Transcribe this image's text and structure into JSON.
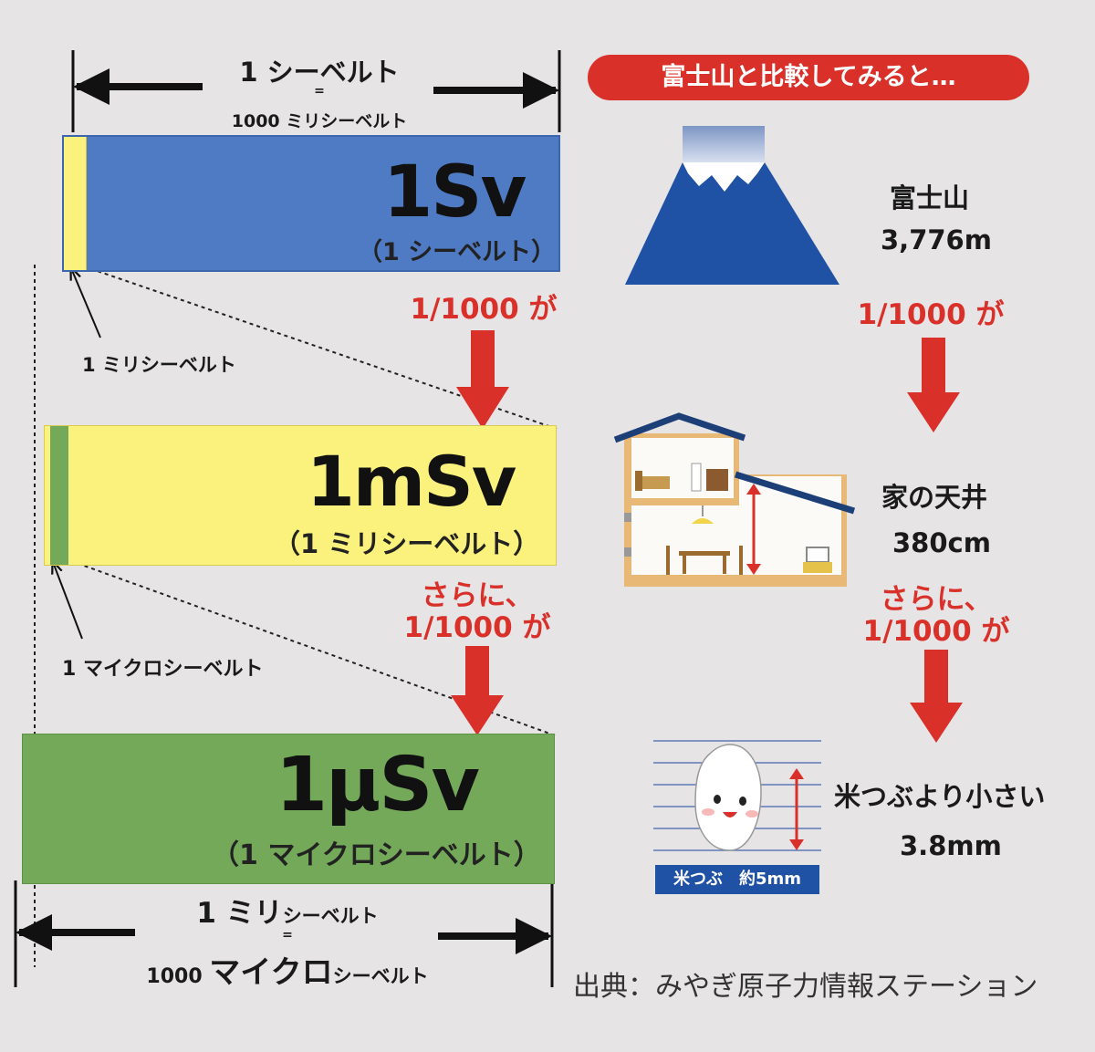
{
  "colors": {
    "background": "#e6e4e5",
    "blue": "#4e7bc4",
    "yellow": "#fbf17d",
    "green": "#74a95a",
    "accent_red": "#d9312a",
    "mountain_blue": "#1f52a5"
  },
  "top_dimension": {
    "main": "1 シーベルト",
    "equals": "=",
    "sub": "1000 ミリシーベルト"
  },
  "bars": [
    {
      "value": "1Sv",
      "caption": "（1 シーベルト）"
    },
    {
      "value": "1mSv",
      "caption": "（1 ミリシーベルト）"
    },
    {
      "value": "1μSv",
      "caption": "（1 マイクロシーベルト）"
    }
  ],
  "pointer_labels": {
    "milli": "1 ミリシーベルト",
    "micro": "1 マイクロシーベルト"
  },
  "bottom_dimension": {
    "num1": "1 ",
    "unit1_large": "ミリ",
    "unit1_small": "シーベルト",
    "equals": "=",
    "num2": "1000 ",
    "unit2_large": "マイクロ",
    "unit2_small": "シーベルト"
  },
  "steps_left": [
    {
      "line1": "",
      "line2": "1/1000 が"
    },
    {
      "line1": "さらに、",
      "line2": "1/1000 が"
    }
  ],
  "comparison": {
    "header": "富士山と比較してみると…",
    "items": [
      {
        "name": "富士山",
        "value": "3,776m",
        "icon": "mountain-icon"
      },
      {
        "name": "家の天井",
        "value": "380cm",
        "icon": "house-icon"
      },
      {
        "name": "米つぶより小さい",
        "value": "3.8mm",
        "icon": "rice-grain-icon"
      }
    ],
    "steps": [
      {
        "line1": "",
        "line2": "1/1000 が"
      },
      {
        "line1": "さらに、",
        "line2": "1/1000 が"
      }
    ],
    "rice_caption": "米つぶ　約5mm"
  },
  "source": "出典：みやぎ原子力情報ステーション"
}
